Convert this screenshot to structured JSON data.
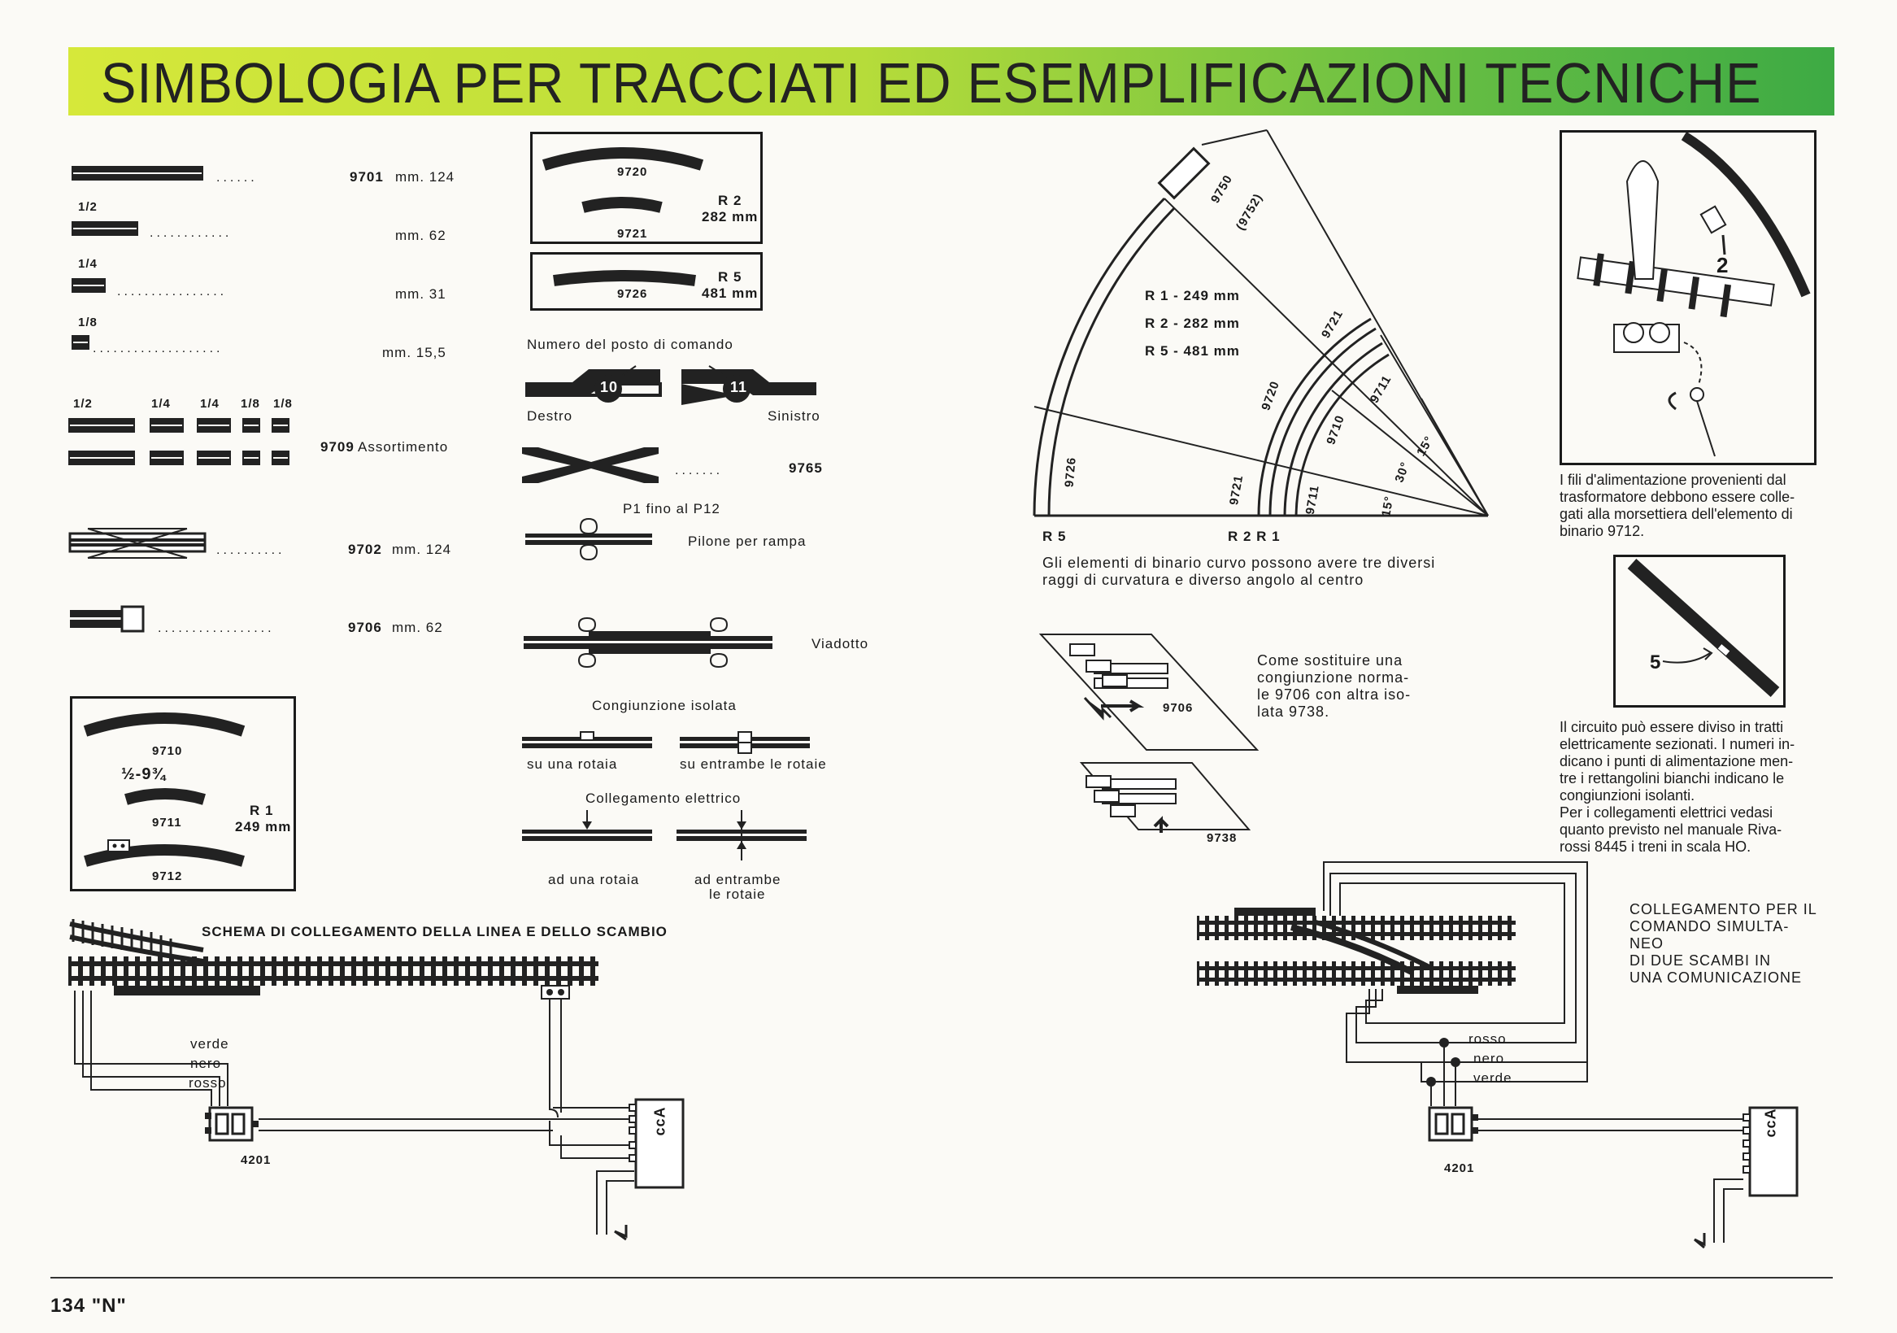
{
  "title": "SIMBOLOGIA PER TRACCIATI ED ESEMPLIFICAZIONI TECNICHE",
  "left_column": {
    "rails": [
      {
        "fraction": "",
        "code": "9701",
        "length": "mm. 124"
      },
      {
        "fraction": "1/2",
        "code": "",
        "length": "mm. 62"
      },
      {
        "fraction": "1/4",
        "code": "",
        "length": "mm. 31"
      },
      {
        "fraction": "1/8",
        "code": "",
        "length": "mm. 15,5"
      }
    ],
    "assortment_fractions": [
      "1/2",
      "1/4",
      "1/4",
      "1/8",
      "1/8"
    ],
    "assortment_code": "9709",
    "assortment_label": "Assortimento",
    "iso_code": "9702",
    "iso_length": "mm. 124",
    "term_code": "9706",
    "term_length": "mm. 62"
  },
  "curve_box_r1": {
    "a": "9710",
    "ratio": "½-9¾",
    "b": "9711",
    "c": "9712",
    "radius_label": "R 1",
    "radius_mm": "249 mm"
  },
  "curve_box_r2": {
    "a": "9720",
    "b": "9721",
    "radius_label": "R 2",
    "radius_mm": "282 mm"
  },
  "curve_box_r5": {
    "a": "9726",
    "radius_label": "R 5",
    "radius_mm": "481 mm"
  },
  "middle": {
    "command_post": "Numero del posto di comando",
    "num_right": "10",
    "num_left": "11",
    "right": "Destro",
    "left": "Sinistro",
    "crossing_code": "9765",
    "pylon_range": "P1 fino al P12",
    "pylon": "Pilone per rampa",
    "viaduct": "Viadotto",
    "iso_joint": "Congiunzione isolata",
    "one_rail": "su una rotaia",
    "both_rails": "su entrambe le rotaie",
    "electric": "Collegamento elettrico",
    "el_one": "ad una rotaia",
    "el_both_1": "ad entrambe",
    "el_both_2": "le rotaie"
  },
  "fan": {
    "r1": "R 1 - 249 mm",
    "r2": "R 2 - 282 mm",
    "r5": "R 5 - 481 mm",
    "codes": [
      "9750",
      "(9752)",
      "9721",
      "9720",
      "9711",
      "9710",
      "9726",
      "9721",
      "9711"
    ],
    "angles": [
      "15°",
      "30°",
      "15°"
    ],
    "bottom_r5": "R 5",
    "bottom_r2r1": "R 2  R 1",
    "caption": "Gli elementi di binario curvo possono avere tre diversi\nraggi di curvatura e diverso angolo al centro"
  },
  "joint": {
    "code_a": "9706",
    "code_b": "9738",
    "text": "Come sostituire una\ncongiunzione norma-\nle 9706 con altra iso-\nlata 9738."
  },
  "right_column": {
    "num_2": "2",
    "text1": "I fili d'alimentazione provenienti dal\ntrasformatore debbono essere colle-\ngati alla morsettiera dell'elemento di\nbinario 9712.",
    "num_5": "5",
    "text2": "Il circuito può essere diviso in tratti\nelettricamente sezionati. I numeri in-\ndicano i punti di alimentazione men-\ntre i rettangolini bianchi indicano le\ncongiunzioni isolanti.\nPer i collegamenti elettrici vedasi\nquanto previsto nel manuale Riva-\nrossi 8445 i treni in scala HO."
  },
  "schema_left": {
    "title": "SCHEMA DI COLLEGAMENTO DELLA LINEA E DELLO SCAMBIO",
    "wires": [
      "verde",
      "nero",
      "rosso"
    ],
    "box_code": "4201",
    "control_letters": "ccA"
  },
  "schema_right": {
    "title": "COLLEGAMENTO PER IL\nCOMANDO  SIMULTA-\nNEO\nDI DUE SCAMBI IN\nUNA COMUNICAZIONE",
    "wires": [
      "rosso",
      "nero",
      "verde"
    ],
    "box_code": "4201",
    "control_letters": "ccA"
  },
  "footer": "134 \"N\""
}
